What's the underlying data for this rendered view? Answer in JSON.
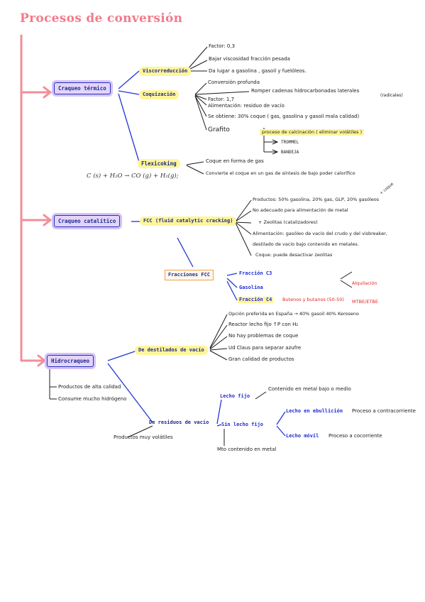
{
  "title": "Procesos de conversión",
  "craqueo_termico": {
    "label": "Craqueo térmico",
    "visco": {
      "label": "Viscorreducción",
      "items": [
        "Factor: 0,3",
        "Bajar viscosidad fracción pesada",
        "Da lugar a gasolina , gasoil y fuelóleos."
      ]
    },
    "coqui": {
      "label": "Coquización",
      "items": [
        "Conversión profunda",
        "Romper cadenas hidrocarbonadas laterales",
        "(radicales)",
        "Factor: 1,7",
        "Alimentación: residuo de vacío",
        "Se obtiene: 30% coque ( gas, gasolina y gasoil mala calidad)",
        "Grafito"
      ],
      "calcinacion": "proceso de calcinación ( eliminar volátiles )",
      "trommel": "TROMMEL",
      "bandeja": "BANDEJA"
    },
    "flexi": {
      "label": "Flexicoking",
      "items": [
        "Coque en forma de gas",
        "Convierte el coque en un gas de síntesis de bajo poder calorífico"
      ]
    },
    "formula": "C (s) + H₂O → CO (g) + H₂(g);"
  },
  "craqueo_catalitico": {
    "label": "Craqueo catalítico",
    "fcc": {
      "label": "FCC (fluid catalytic cracking)",
      "items": [
        "Productos: 50% gasolina, 20% gas, GLP, 20% gasóleos",
        "+ coque",
        "No adecuado para alimentación de metal",
        "+ Zeolitas (catalizadores)",
        "Alimentación: gasóleo de vacío del crudo y del visbreaker,",
        "destilado de vacío bajo contenido en metales.",
        "Coque: puede desactivar zeolitas"
      ]
    },
    "fracciones": {
      "label": "Fracciones FCC",
      "items": [
        "Fracción C3",
        "Gasolina",
        "Fracción C4"
      ],
      "c4_detail": "Butenos y butanos (50-50)",
      "alq": "Alquilación",
      "mtbe": "MTBE/ETBE"
    }
  },
  "hidrocraqueo": {
    "label": "Hidrocraqueo",
    "left_items": [
      "Productos de alta calidad",
      "Consume mucho hidrógeno"
    ],
    "destilados": {
      "label": "De destilados de vacío",
      "items": [
        "Opción preferida en España → 40% gasoil 40% Keroseno",
        "Reactor lecho fijo ↑P con H₂",
        "No hay problemas de coque",
        "Ud Claus para separar azufre",
        "Gran calidad de productos"
      ]
    },
    "residuos": {
      "label": "De residuos de vacío",
      "left": "Productos muy volátiles",
      "lecho_fijo": "Lecho fijo",
      "lecho_fijo_detail": "Contenido en metal bajo o medio",
      "sin_lecho": "Sin lecho fijo",
      "sin_detail": "Mto contenido en metal",
      "ebullicion": "Lecho en ebullición",
      "ebullicion_detail": "Proceso a contracorriente",
      "movil": "Lecho móvil",
      "movil_detail": "Proceso a cocorriente"
    }
  }
}
